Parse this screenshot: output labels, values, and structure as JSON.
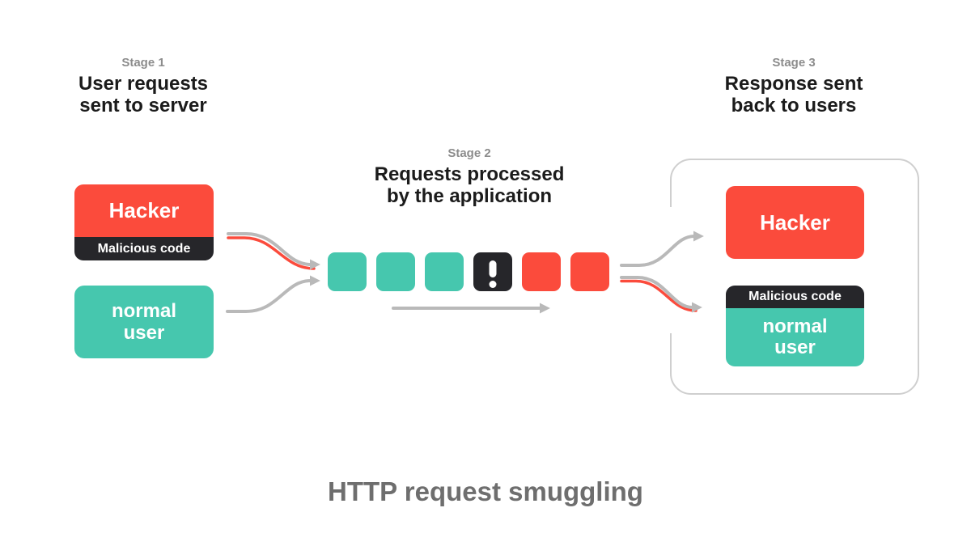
{
  "title": "HTTP request smuggling",
  "colors": {
    "teal": "#46C7AE",
    "red": "#FB4B3C",
    "dark": "#26262A",
    "arrow_gray": "#B9B9B9",
    "border_gray": "#CFCFCF",
    "stage_gray": "#8C8C8C",
    "heading_dark": "#1B1B1B",
    "title_gray": "#6E6E6E"
  },
  "stage1": {
    "label": "Stage 1",
    "heading": "User requests\nsent to server"
  },
  "stage2": {
    "label": "Stage 2",
    "heading": "Requests processed\nby the application"
  },
  "stage3": {
    "label": "Stage 3",
    "heading": "Response sent\nback to users"
  },
  "left": {
    "hacker_label": "Hacker",
    "malicious_label": "Malicious code",
    "normal_label": "normal\nuser"
  },
  "right": {
    "hacker_label": "Hacker",
    "malicious_label": "Malicious code",
    "normal_label": "normal\nuser"
  },
  "queue": {
    "squares": [
      "request-normal",
      "request-normal",
      "request-normal",
      "request-alert",
      "request-malicious",
      "request-malicious"
    ],
    "alert_symbol": "!"
  }
}
